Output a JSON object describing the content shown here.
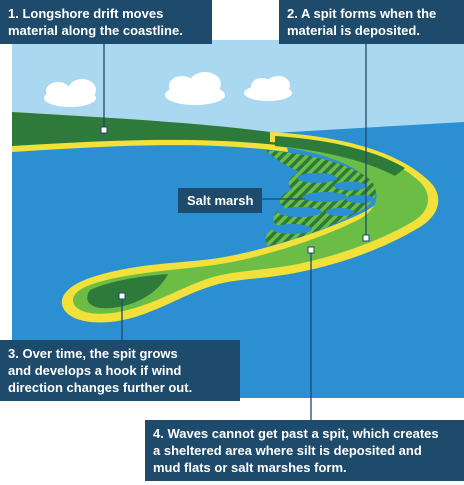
{
  "callouts": {
    "longshore": [
      "1. Longshore drift moves",
      "material along the coastline."
    ],
    "spit_forms": [
      "2. A spit forms when the",
      "material is deposited."
    ],
    "hook": [
      "3. Over time, the spit grows",
      "and develops a hook if wind",
      "direction changes further out."
    ],
    "waves": [
      "4. Waves cannot get past a spit, which creates",
      "a sheltered area where silt is deposited and",
      "mud flats or salt marshes form."
    ]
  },
  "labels": {
    "salt_marsh": "Salt marsh"
  },
  "colors": {
    "sky": "#a9d8f0",
    "sea": "#2c8fd1",
    "sand": "#f2e13a",
    "land_light": "#6cbd45",
    "land_dark": "#2d7a3a",
    "callout_bg": "#1e4a6b",
    "callout_text": "#ffffff"
  }
}
